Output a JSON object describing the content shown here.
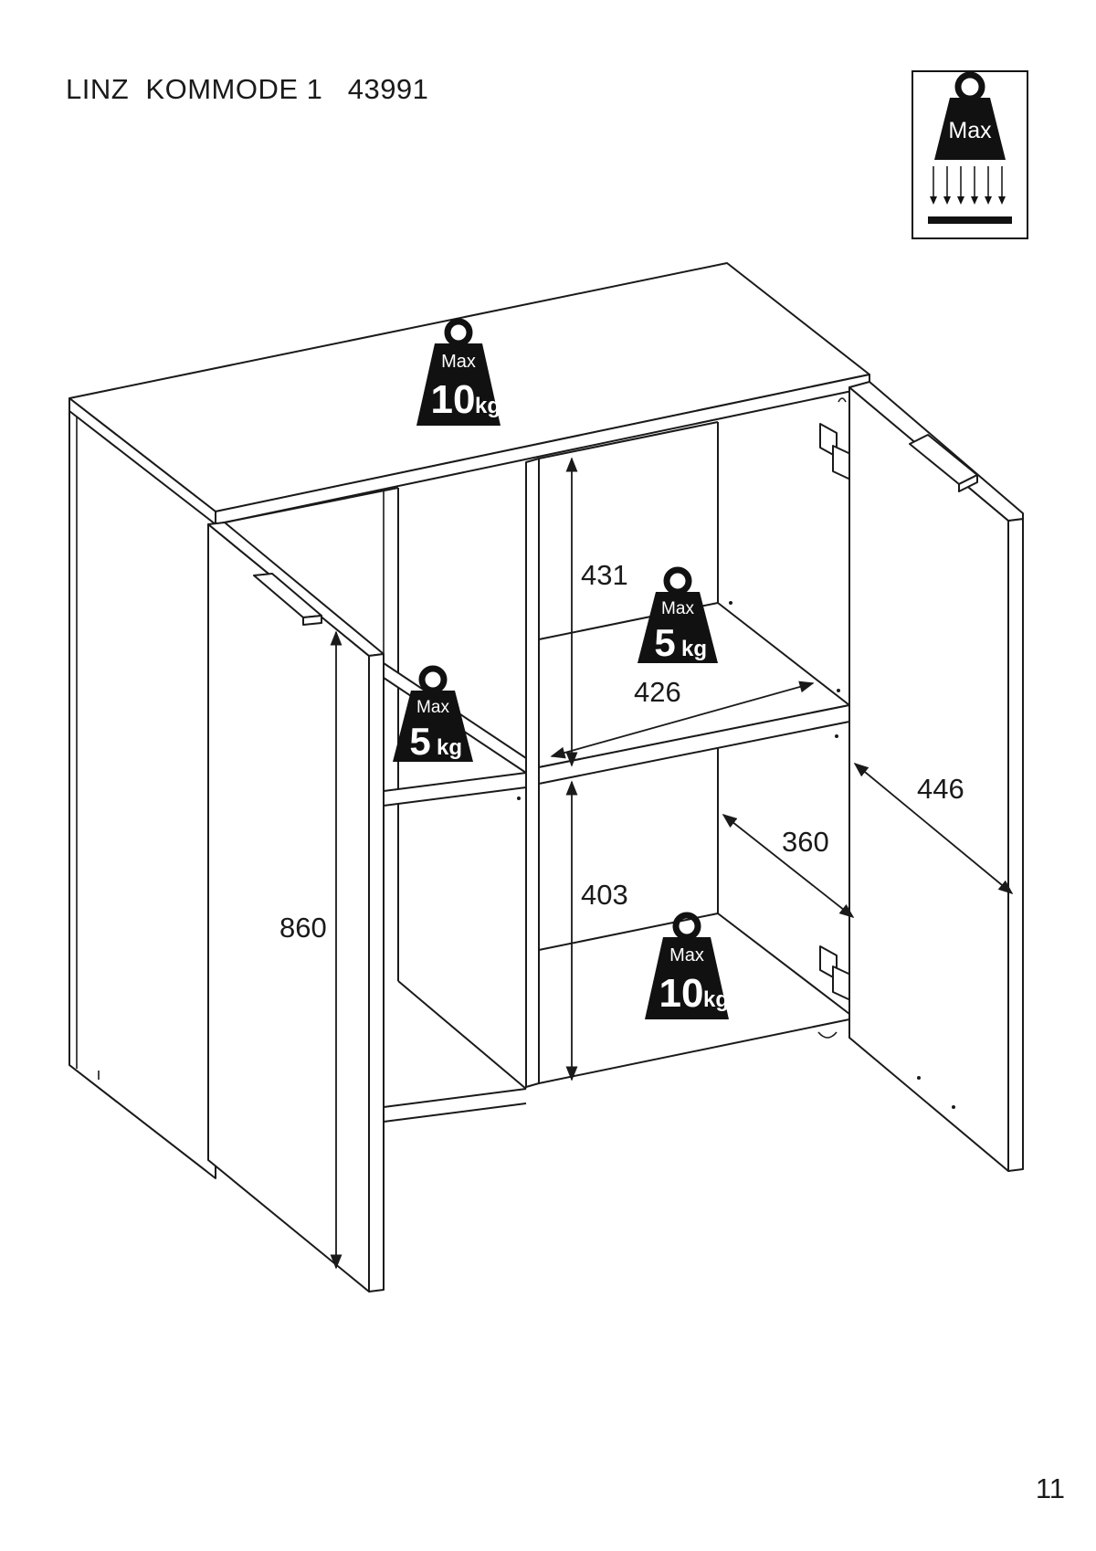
{
  "title": "LINZ  KOMMODE 1   43991",
  "page_number": "11",
  "legend": {
    "icon": "max-load-weight-icon",
    "label": "Max"
  },
  "load_limits": {
    "top": {
      "label": "Max",
      "value": "10",
      "unit": "kg"
    },
    "left_shelf": {
      "label": "Max",
      "value": "5",
      "unit": "kg"
    },
    "right_shelf": {
      "label": "Max",
      "value": "5",
      "unit": "kg"
    },
    "bottom": {
      "label": "Max",
      "value": "10",
      "unit": "kg"
    }
  },
  "dimensions": {
    "door_height": "860",
    "upper_compartment_height": "431",
    "shelf_width": "426",
    "lower_compartment_height": "403",
    "inner_depth": "360",
    "door_width": "446"
  }
}
